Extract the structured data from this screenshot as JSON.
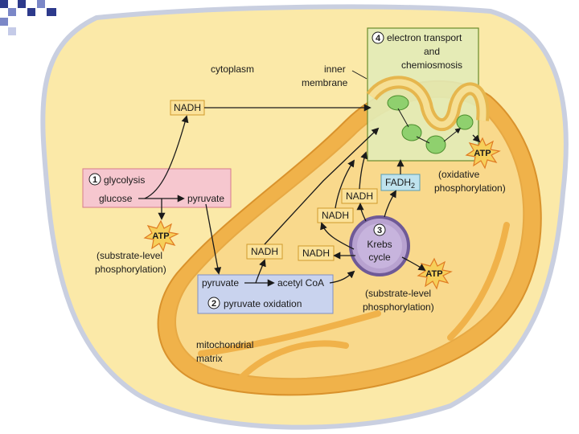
{
  "diagram": {
    "labels": {
      "cytoplasm": "cytoplasm",
      "inner_membrane_1": "inner",
      "inner_membrane_2": "membrane",
      "mito_matrix_1": "mitochondrial",
      "mito_matrix_2": "matrix"
    },
    "steps": {
      "glycolysis": {
        "number": "1",
        "title": "glycolysis",
        "input": "glucose",
        "output": "pyruvate"
      },
      "pyruvate_oxidation": {
        "number": "2",
        "title": "pyruvate oxidation",
        "input": "pyruvate",
        "output": "acetyl CoA"
      },
      "krebs": {
        "number": "3",
        "title_1": "Krebs",
        "title_2": "cycle"
      },
      "etc": {
        "number": "4",
        "title_1": "electron transport",
        "title_2": "and",
        "title_3": "chemiosmosis"
      }
    },
    "carriers": {
      "nadh": "NADH",
      "fadh2_base": "FADH",
      "fadh2_sub": "2"
    },
    "atp": {
      "label": "ATP",
      "substrate_1": "(substrate-level",
      "substrate_2": "phosphorylation)",
      "oxidative_1": "(oxidative",
      "oxidative_2": "phosphorylation)"
    },
    "colors": {
      "cell": "#fbe9a8",
      "cell_border": "#c9cfe0",
      "mito_outer": "#f0b24a",
      "mito_inner": "#f9d98c",
      "carrier_box": "#fbe29a",
      "glycolysis_box": "#f6c7cf",
      "oxidation_box": "#c9d3ee",
      "krebs": "#b8a2d0",
      "fadh_box": "#bfe3ee",
      "etc_box": "#e2ebb7",
      "atp_star": "#f6cf5a",
      "atp_star_edge": "#e07b22"
    }
  }
}
